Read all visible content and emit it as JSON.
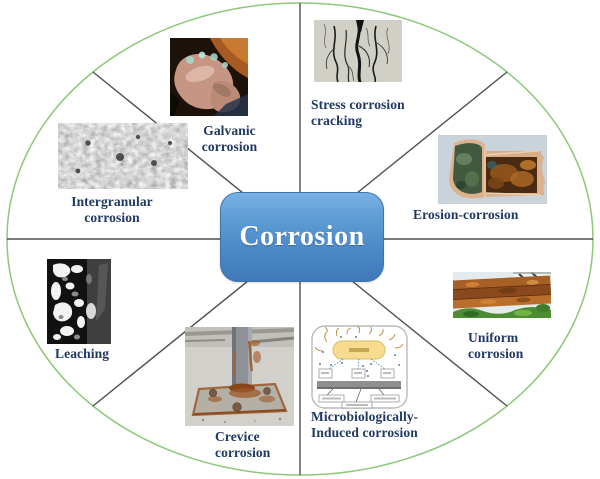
{
  "figure": {
    "center_label": "Corrosion",
    "sectors": [
      {
        "name": "galvanic-corrosion",
        "label_lines": [
          "Galvanic",
          "corrosion"
        ]
      },
      {
        "name": "stress-corrosion-cracking",
        "label_lines": [
          "Stress corrosion",
          "cracking"
        ]
      },
      {
        "name": "erosion-corrosion",
        "label_lines": [
          "Erosion-corrosion"
        ]
      },
      {
        "name": "uniform-corrosion",
        "label_lines": [
          "Uniform",
          "corrosion"
        ]
      },
      {
        "name": "microbiologically-induced-corrosion",
        "label_lines": [
          "Microbiologically-",
          "Induced corrosion"
        ]
      },
      {
        "name": "crevice-corrosion",
        "label_lines": [
          "Crevice",
          "corrosion"
        ]
      },
      {
        "name": "leaching",
        "label_lines": [
          "Leaching"
        ]
      },
      {
        "name": "intergranular-corrosion",
        "label_lines": [
          "Intergranular",
          "corrosion"
        ]
      }
    ],
    "colors": {
      "ellipse_stroke": "#8cc878",
      "divider_line": "#4f4f4f",
      "label_text": "#1f3864",
      "center_box_top": "#7ab1e3",
      "center_box_bottom": "#4079b8",
      "center_text": "#ffffff"
    }
  }
}
